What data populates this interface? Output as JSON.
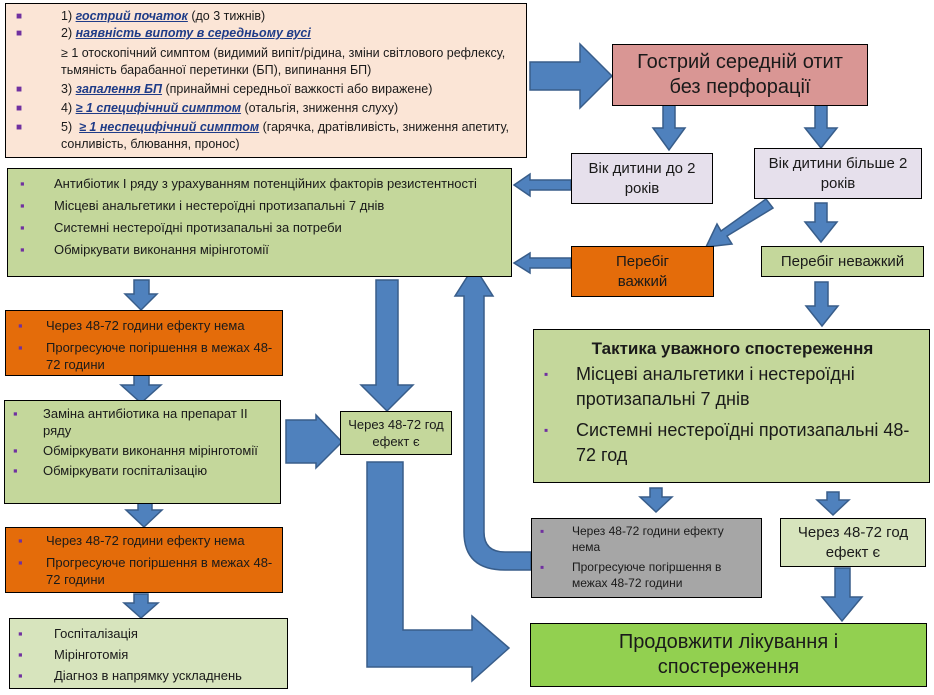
{
  "criteria": {
    "items": [
      {
        "num": "1)",
        "link": "гострий початок",
        "rest": " (до 3 тижнів)"
      },
      {
        "num": "2)",
        "link": "наявність випоту в середньому вусі",
        "rest": ""
      },
      {
        "num": "",
        "link": "",
        "rest": "≥ 1 отоскопічний симптом (видимий випіт/рідина, зміни світлового рефлексу, тьмяність барабанної перетинки (БП), випинання БП)"
      },
      {
        "num": "3)",
        "link": "запалення БП",
        "rest": " (принаймні середньої важкості або виражене)"
      },
      {
        "num": "4)",
        "link": "≥ 1 специфічний симптом",
        "rest": " (отальгія, зниження слуху)"
      },
      {
        "num": "5)",
        "link": "≥ 1 неспецифічний симптом",
        "rest": " (гарячка, дратівливість, зниження апетиту, сонливість, блювання, пронос)"
      }
    ]
  },
  "diagnosis": "Гострий середній отит без перфорації",
  "age_under_2": "Вік дитини до 2 років",
  "age_over_2": "Вік дитини більше 2 років",
  "severe": "Перебіг важкий",
  "mild": "Перебіг неважкий",
  "first_line": [
    "Антибіотик І ряду з урахуванням потенційних факторів резистентності",
    "Місцеві анальгетики і нестероїдні протизапальні 7 днів",
    "Системні нестероїдні протизапальні  за потреби",
    "Обміркувати виконання мірінготомії"
  ],
  "no_effect_1": [
    "Через 48-72 години ефекту нема",
    "Прогресуюче погіршення в межах 48-72 години"
  ],
  "second_line": [
    "Заміна антибіотика на препарат ІІ ряду",
    "Обміркувати виконання мірінготомії",
    "Обміркувати госпіталізацію"
  ],
  "no_effect_2": [
    "Через 48-72 години ефекту нема",
    "Прогресуюче погіршення в межах 48-72 години"
  ],
  "final_severe": [
    "Госпіталізація",
    "Мірінготомія",
    "Діагноз в напрямку ускладнень"
  ],
  "effect_yes_center": "Через 48-72 год ефект є",
  "watchful": {
    "title": "Тактика уважного спостереження",
    "items": [
      "Місцеві анальгетики і нестероїдні протизапальні 7 днів",
      "Системні нестероїдні протизапальні 48-72 год"
    ]
  },
  "watch_no_effect": [
    "Через 48-72 години ефекту нема",
    "Прогресуюче погіршення в межах 48-72 години"
  ],
  "watch_effect_yes": "Через 48-72 год ефект є",
  "continue": "Продовжити лікування і спостереження",
  "colors": {
    "arrow": "#4f81bd",
    "peach": "#fbe5d6",
    "green": "#c4d79b",
    "orange": "#e46c0a",
    "pink": "#d99694",
    "lavender": "#e6e0ec",
    "gray": "#a6a6a6",
    "bright_green": "#92d050",
    "bullet": "#7030a0"
  }
}
